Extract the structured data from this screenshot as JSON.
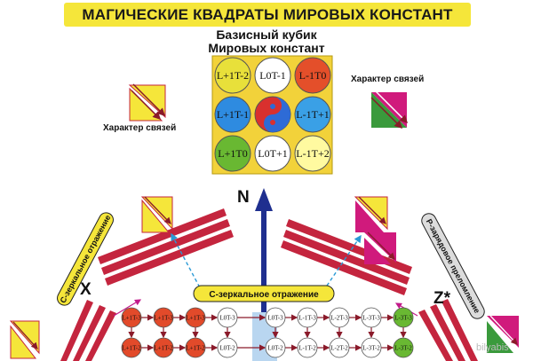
{
  "header": {
    "title": "МАГИЧЕСКИЕ КВАДРАТЫ МИРОВЫХ КОНСТАНТ"
  },
  "cube": {
    "title_line1": "Базисный кубик",
    "title_line2": "Мировых констант",
    "cells": [
      {
        "text": "L+1T-2",
        "color": "#e8e03a"
      },
      {
        "text": "L0T-1",
        "color": "#ffffff"
      },
      {
        "text": "L-1T0",
        "color": "#e44f2a"
      },
      {
        "text": "L+1T-1",
        "color": "#2e8be0"
      },
      {
        "text": "",
        "color": "#d9302e"
      },
      {
        "text": "L-1T+1",
        "color": "#3aa0e6"
      },
      {
        "text": "L+1T0",
        "color": "#69b832"
      },
      {
        "text": "L0T+1",
        "color": "#ffffff"
      },
      {
        "text": "L-1T+2",
        "color": "#fffaa0"
      }
    ]
  },
  "labels": {
    "bond_left": "Характер связей",
    "bond_right": "Характер связей",
    "axis_n": "N",
    "axis_x": "X",
    "axis_z": "Z*",
    "c_mirror_left": "С-зеркальное отражение",
    "c_mirror_center": "С-зеркальное отражение",
    "p_charge": "Р-зарядовое преломление",
    "watermark": "bilyabis"
  },
  "colors": {
    "accent_yellow": "#f5e63a",
    "stripe_red": "#c4253e",
    "arrow_blue": "#1f2f8f",
    "bond_magenta": "#d01a7c",
    "bond_green": "#3a9a3c"
  },
  "lattice": {
    "row1": [
      "L+1T-3",
      "L+1T-3",
      "L+1T-3",
      "L0T-3",
      "L0T-3",
      "L-1T-3",
      "L-2T-3",
      "L-3T-3",
      "L-3T-3"
    ],
    "row2": [
      "L+1T-2",
      "L+1T-2",
      "L+1T-2",
      "L0T-2",
      "L0T-2",
      "L-1T-2",
      "L-2T-2",
      "L-3T-2",
      "L-3T-2"
    ]
  }
}
